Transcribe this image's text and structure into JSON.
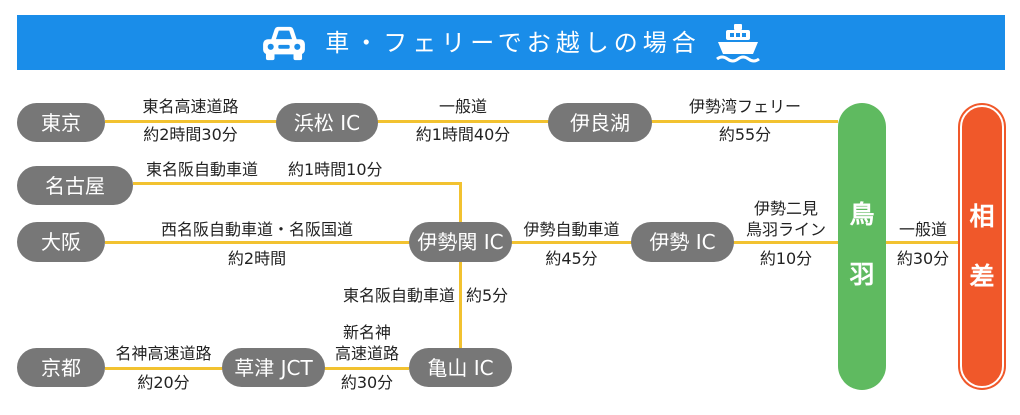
{
  "header": {
    "title": "車・フェリーでお越しの場合",
    "left_icon": "car-icon",
    "right_icon": "ship-icon"
  },
  "nodes": {
    "tokyo": "東京",
    "hamamatsu_ic": "浜松 IC",
    "irago": "伊良湖",
    "nagoya": "名古屋",
    "osaka": "大阪",
    "iseseki_ic": "伊勢関 IC",
    "ise_ic": "伊勢 IC",
    "kyoto": "京都",
    "kusatsu_jct": "草津 JCT",
    "kameyama_ic": "亀山 IC"
  },
  "destinations": {
    "toba": {
      "chars": [
        "鳥",
        "羽"
      ]
    },
    "osatsu": {
      "chars": [
        "相",
        "差"
      ]
    }
  },
  "routes": {
    "tokyo_hamamatsu": {
      "road": "東名高速道路",
      "time": "約2時間30分"
    },
    "hamamatsu_irago": {
      "road": "一般道",
      "time": "約1時間40分"
    },
    "irago_toba": {
      "road": "伊勢湾フェリー",
      "time": "約55分"
    },
    "nagoya_iseseki": {
      "road": "東名阪自動車道",
      "time": "約1時間10分"
    },
    "osaka_iseseki": {
      "road": "西名阪自動車道・名阪国道",
      "time": "約2時間"
    },
    "iseseki_ise": {
      "road": "伊勢自動車道",
      "time": "約45分"
    },
    "ise_toba": {
      "road_lines": [
        "伊勢二見",
        "鳥羽ライン"
      ],
      "time": "約10分"
    },
    "toba_osatsu": {
      "road": "一般道",
      "time": "約30分"
    },
    "kameyama_iseseki": {
      "road": "東名阪自動車道",
      "time": "約5分"
    },
    "kyoto_kusatsu": {
      "road": "名神高速道路",
      "time": "約20分"
    },
    "kusatsu_kameyama": {
      "road_lines": [
        "新名神",
        "高速道路"
      ],
      "time": "約30分"
    }
  },
  "colors": {
    "header": "#1a8de9",
    "node": "#777777",
    "line": "#f2c230",
    "toba": "#5fba60",
    "osatsu": "#f0582a"
  }
}
